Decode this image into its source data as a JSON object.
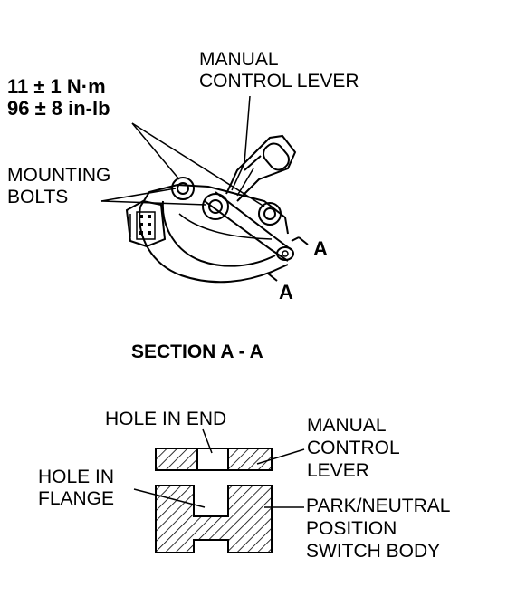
{
  "torque": {
    "metric": "11 ± 1 N·m",
    "imperial": "96 ± 8 in-lb"
  },
  "labels": {
    "manual_control_lever": [
      "MANUAL",
      "CONTROL LEVER"
    ],
    "mounting_bolts": [
      "MOUNTING",
      "BOLTS"
    ],
    "section_marker": "A",
    "section_title": "SECTION A - A",
    "hole_in_end": "HOLE IN END",
    "hole_in_flange": [
      "HOLE IN",
      "FLANGE"
    ],
    "section_lever": [
      "MANUAL",
      "CONTROL",
      "LEVER"
    ],
    "switch_body": [
      "PARK/NEUTRAL",
      "POSITION",
      "SWITCH BODY"
    ]
  }
}
